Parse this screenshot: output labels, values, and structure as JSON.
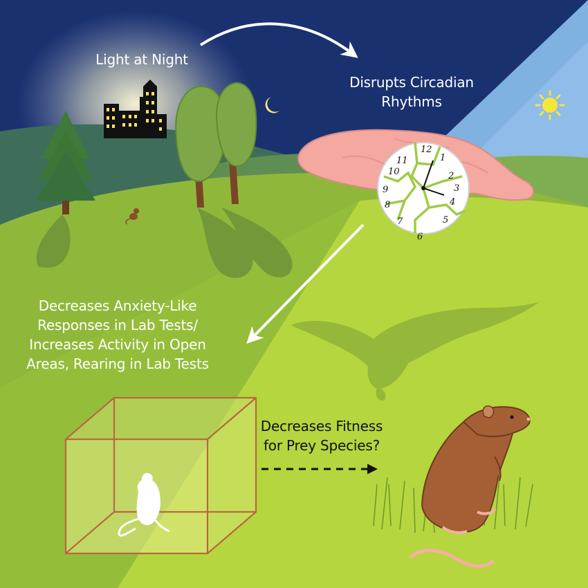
{
  "labels": {
    "light_at_night": "Light at Night",
    "disrupts_line1": "Disrupts Circadian",
    "disrupts_line2": "Rhythms",
    "anxiety_line1": "Decreases Anxiety-Like",
    "anxiety_line2": "Responses in Lab Tests/",
    "anxiety_line3": "Increases Activity in Open",
    "anxiety_line4": "Areas, Rearing in Lab Tests",
    "fitness_line1": "Decreases Fitness",
    "fitness_line2": "for Prey Species?"
  },
  "clock": {
    "numbers": [
      "12",
      "1",
      "2",
      "3",
      "4",
      "5",
      "6",
      "7",
      "8",
      "9",
      "10",
      "11"
    ]
  },
  "icons": {
    "sun": "sun-icon",
    "moon": "crescent-moon-icon",
    "city": "city-skyline-icon",
    "brain": "rodent-brain-icon",
    "clock": "broken-clock-icon",
    "owl": "owl-shadow-icon",
    "cage": "lab-box-icon",
    "lab_rat": "lab-rat-icon",
    "field_rat": "brown-rat-icon"
  },
  "colors": {
    "night_sky": "#1a3170",
    "day_sky": "#8fbce8",
    "grass": "#b5d63e",
    "box_edge": "#b9673f",
    "rat_fur": "#a55f35",
    "arrow_dark": "#111111"
  }
}
